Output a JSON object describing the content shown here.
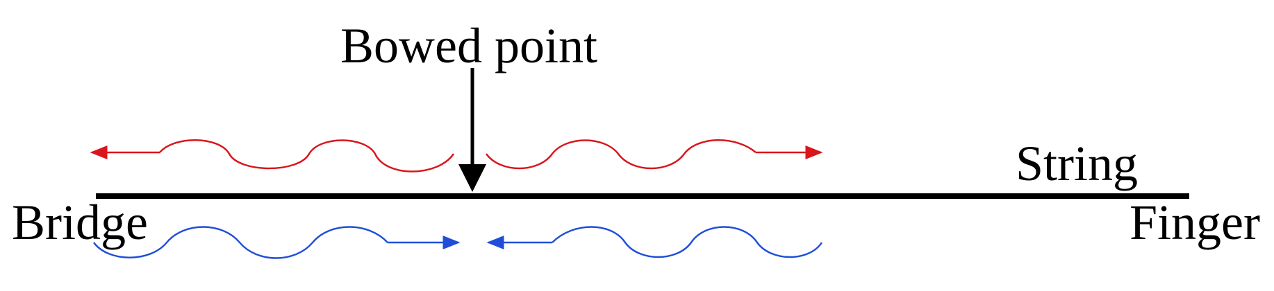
{
  "labels": {
    "bowed_point": "Bowed point",
    "string": "String",
    "bridge": "Bridge",
    "finger": "Finger"
  },
  "colors": {
    "string": "#000000",
    "outgoing_wave": "#d9161c",
    "incoming_wave": "#1f4fd8"
  },
  "waves": {
    "outgoing": [
      {
        "name": "red-wave-left",
        "direction": "toward-bridge"
      },
      {
        "name": "red-wave-right",
        "direction": "toward-finger"
      }
    ],
    "incoming": [
      {
        "name": "blue-wave-left",
        "direction": "toward-bowed-point"
      },
      {
        "name": "blue-wave-right",
        "direction": "toward-bowed-point"
      }
    ]
  }
}
